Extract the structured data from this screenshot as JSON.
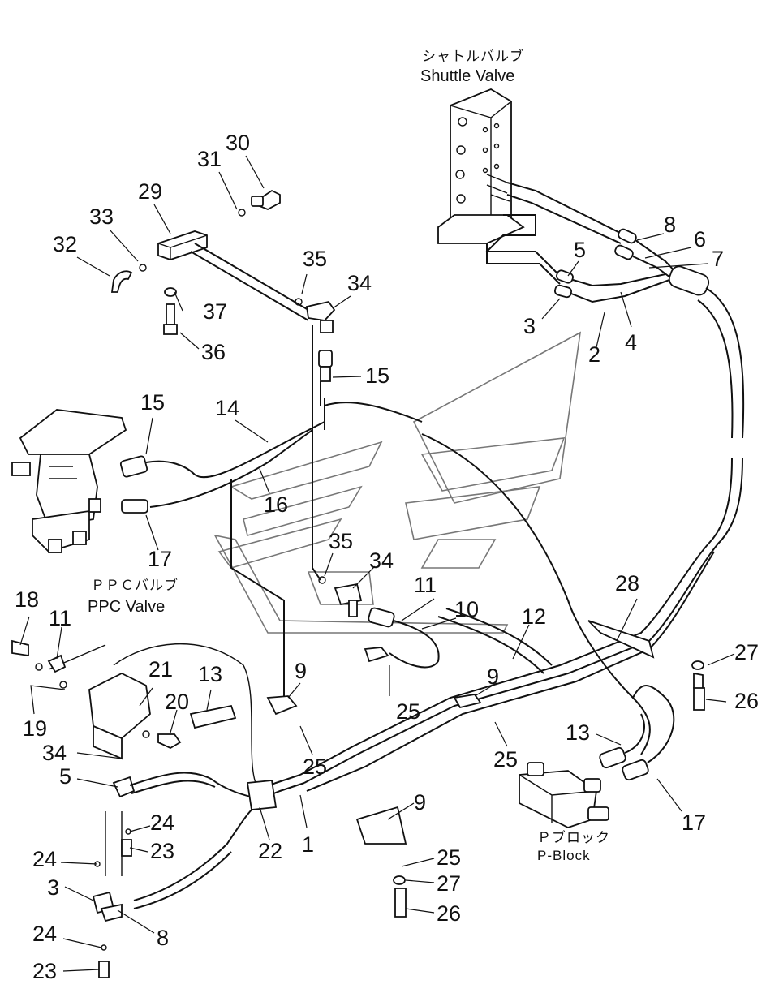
{
  "labels": {
    "shuttle_valve_jp": "シャトルバルブ",
    "shuttle_valve_en": "Shuttle Valve",
    "ppc_valve_jp": "ＰＰＣバルブ",
    "ppc_valve_en": "PPC Valve",
    "p_block_jp": "Ｐブロック",
    "p_block_en": "P-Block"
  },
  "callouts": [
    "30",
    "31",
    "29",
    "33",
    "32",
    "35",
    "34",
    "37",
    "36",
    "15",
    "15",
    "14",
    "16",
    "17",
    "8",
    "6",
    "7",
    "5",
    "3",
    "4",
    "2",
    "35",
    "34",
    "11",
    "10",
    "12",
    "28",
    "18",
    "11",
    "21",
    "13",
    "20",
    "19",
    "9",
    "9",
    "25",
    "25",
    "27",
    "26",
    "34",
    "5",
    "24",
    "23",
    "24",
    "3",
    "8",
    "24",
    "23",
    "22",
    "1",
    "9",
    "25",
    "27",
    "26",
    "25",
    "13",
    "17"
  ]
}
